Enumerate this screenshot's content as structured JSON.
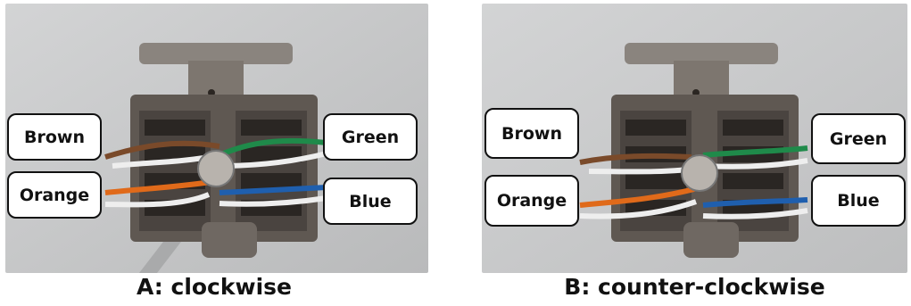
{
  "panels": [
    {
      "caption": "A: clockwise",
      "labels": {
        "brown": "Brown",
        "orange": "Orange",
        "green": "Green",
        "blue": "Blue"
      }
    },
    {
      "caption": "B: counter-clockwise",
      "labels": {
        "brown": "Brown",
        "orange": "Orange",
        "green": "Green",
        "blue": "Blue"
      }
    }
  ],
  "colors": {
    "brown": "#7a4a2a",
    "orange": "#e06a1a",
    "green": "#1f8a4a",
    "blue": "#1f5fae",
    "white_wire": "#eeeeee",
    "background": "#c9cacb",
    "metal": "#6d6660"
  }
}
